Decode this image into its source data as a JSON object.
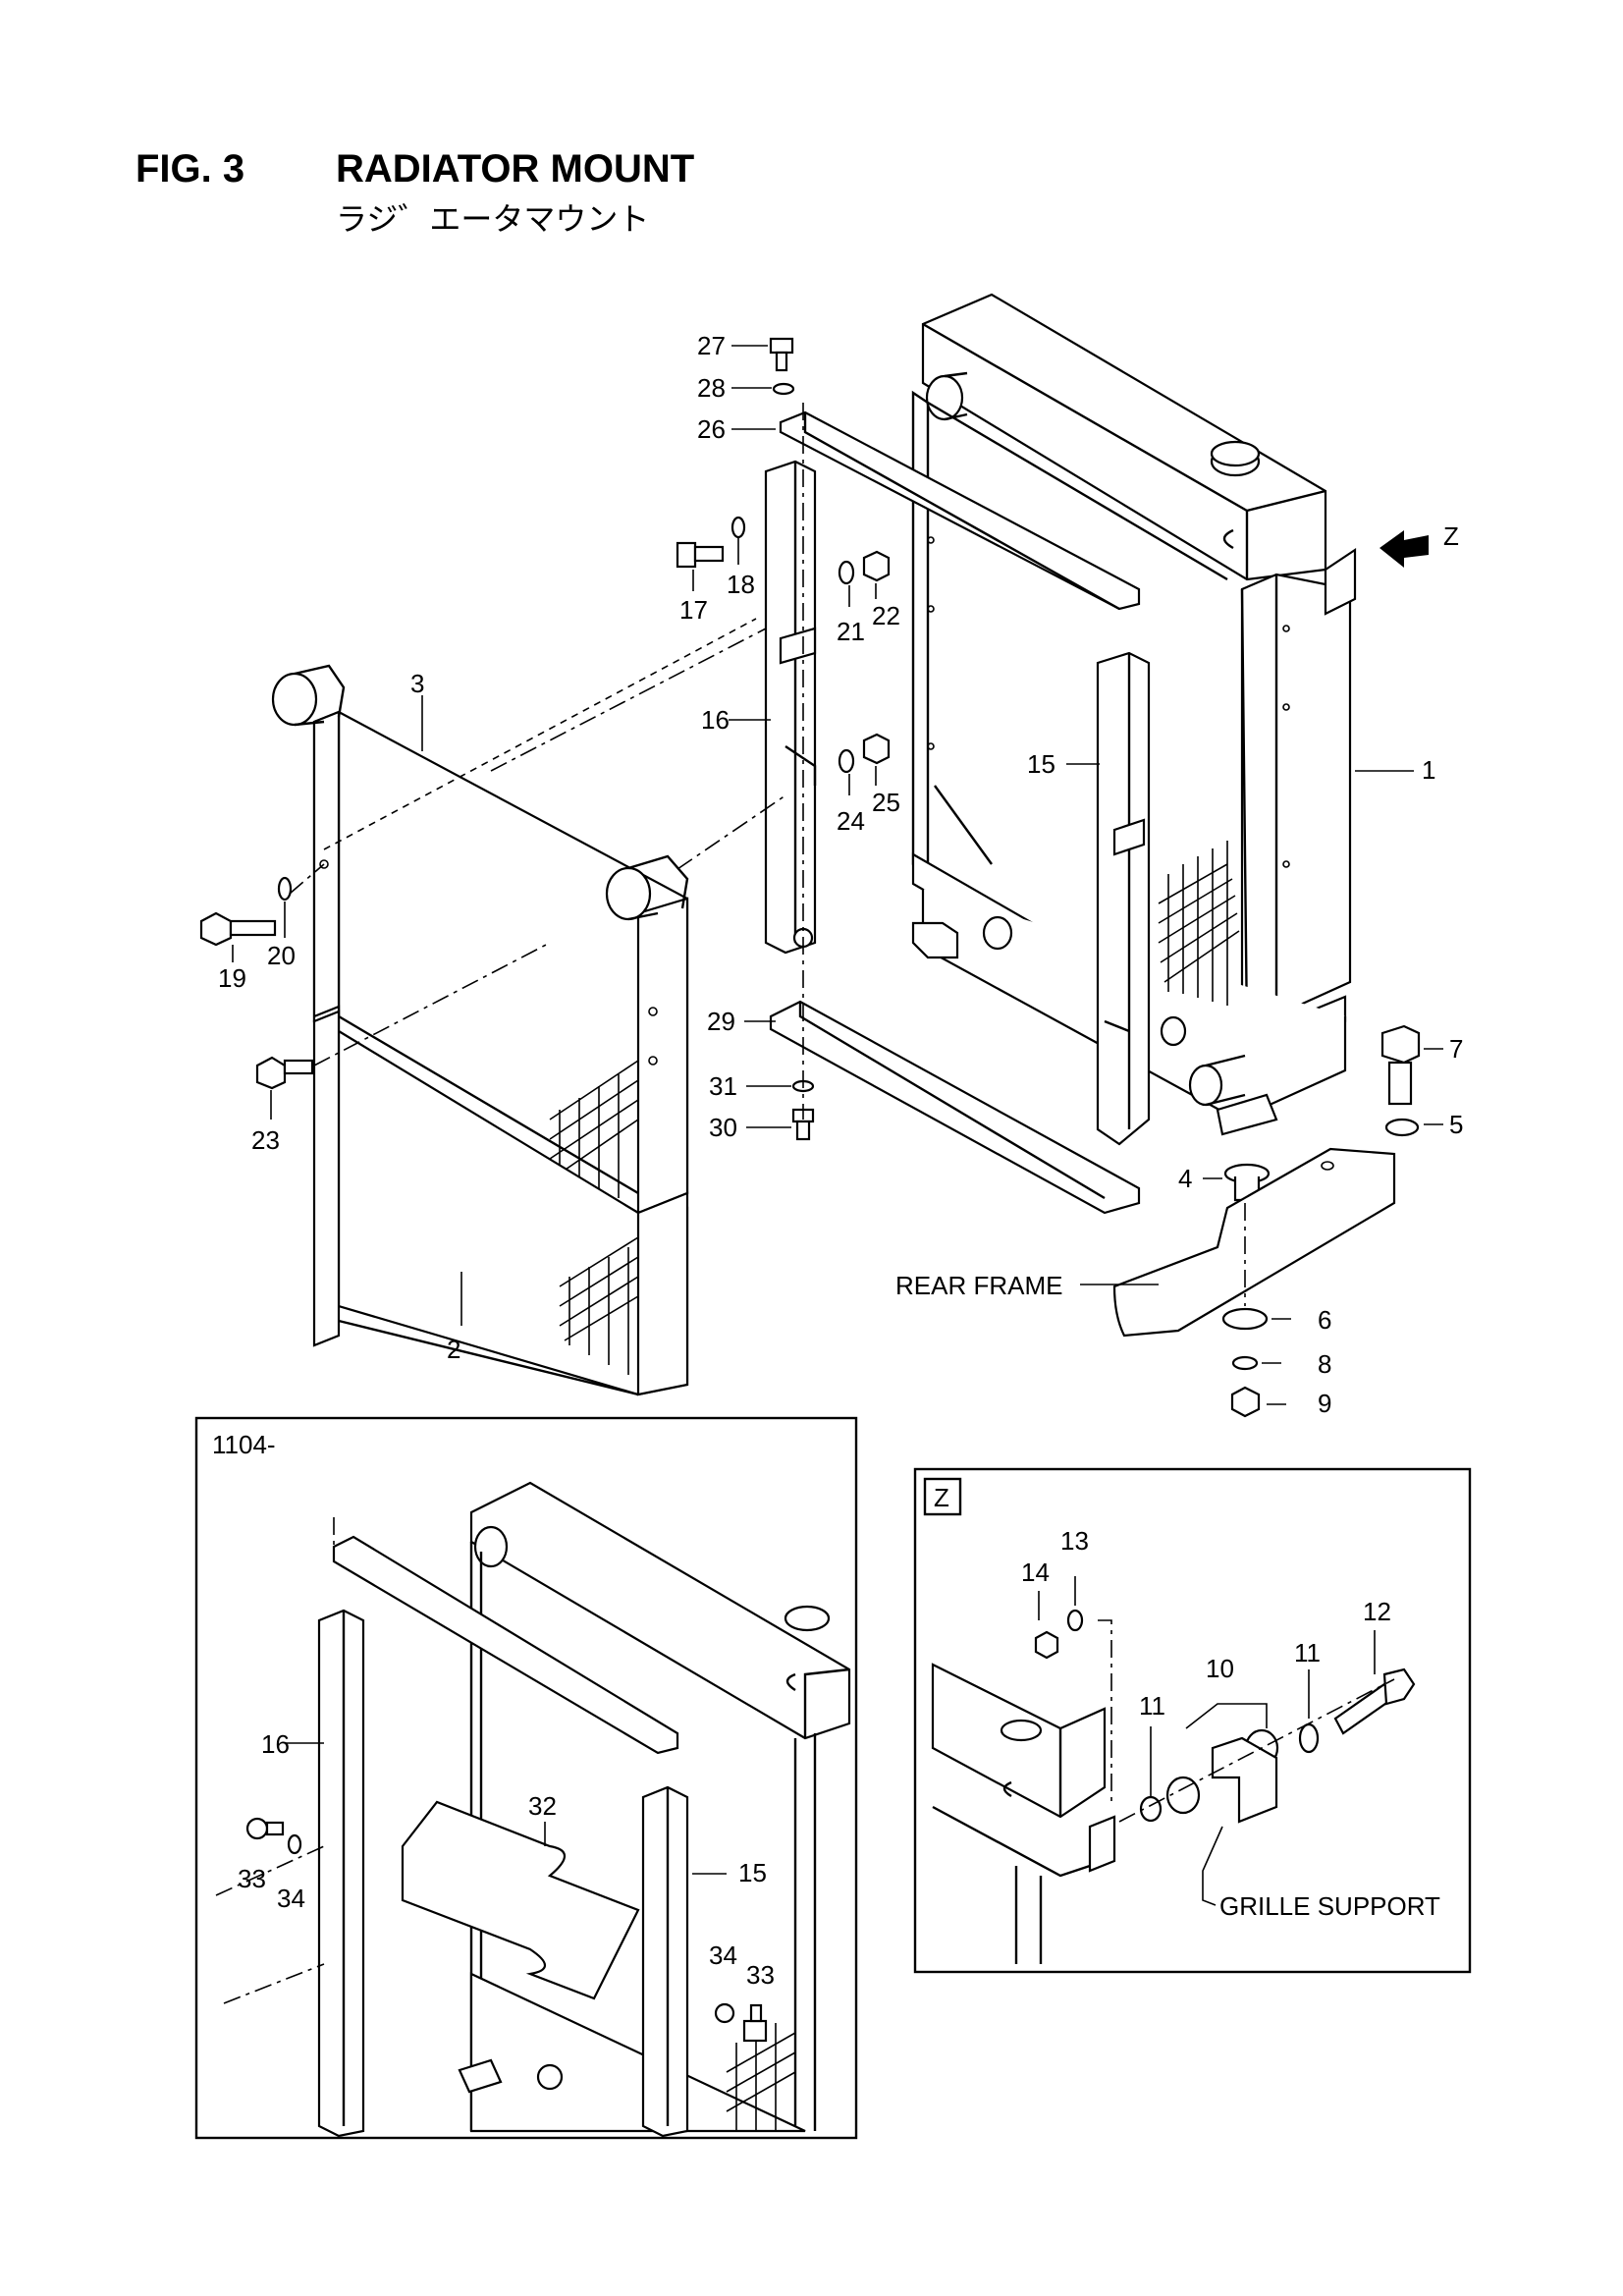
{
  "header": {
    "fig": "FIG. 3",
    "title": "RADIATOR MOUNT",
    "title_jp": "ラジ゛エータマウント"
  },
  "main_labels": {
    "p1": "1",
    "p2": "2",
    "p3": "3",
    "p4": "4",
    "p5": "5",
    "p6": "6",
    "p7": "7",
    "p8": "8",
    "p9": "9",
    "p15": "15",
    "p16": "16",
    "p17": "17",
    "p18": "18",
    "p19": "19",
    "p20": "20",
    "p21": "21",
    "p22": "22",
    "p23": "23",
    "p24": "24",
    "p25": "25",
    "p26": "26",
    "p27": "27",
    "p28": "28",
    "p29": "29",
    "p30": "30",
    "p31": "31",
    "arrow_z": "Z",
    "rear_frame": "REAR FRAME"
  },
  "inset_1104": {
    "serial": "1104-",
    "p15": "15",
    "p16": "16",
    "p32": "32",
    "p33a": "33",
    "p34a": "34",
    "p33b": "33",
    "p34b": "34"
  },
  "inset_z": {
    "title": "Z",
    "p10": "10",
    "p11a": "11",
    "p11b": "11",
    "p12": "12",
    "p13": "13",
    "p14": "14",
    "grille_support": "GRILLE SUPPORT"
  }
}
